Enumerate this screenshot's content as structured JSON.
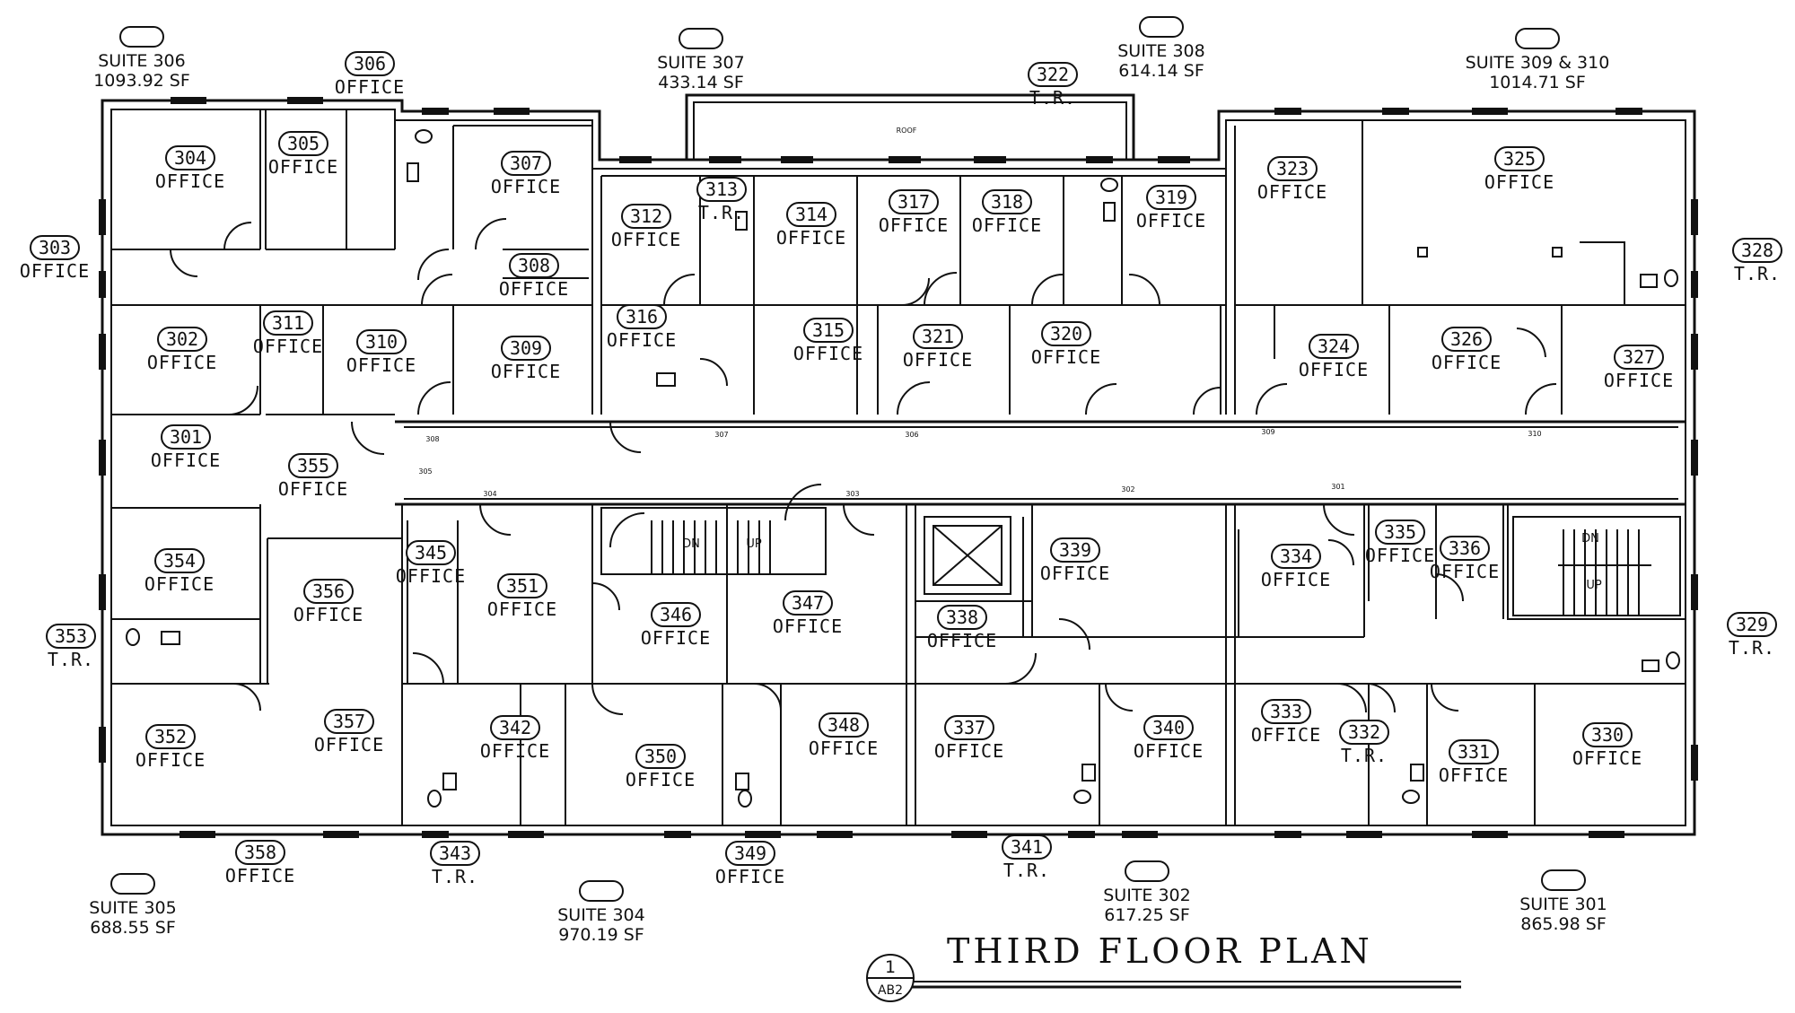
{
  "title": "THIRD FLOOR PLAN",
  "callout": {
    "number": "1",
    "sheet": "AB2"
  },
  "roof_label": "ROOF",
  "rooms": [
    {
      "num": "304",
      "name": "OFFICE"
    },
    {
      "num": "305",
      "name": "OFFICE"
    },
    {
      "num": "307",
      "name": "OFFICE"
    },
    {
      "num": "308",
      "name": "OFFICE"
    },
    {
      "num": "302",
      "name": "OFFICE"
    },
    {
      "num": "311",
      "name": "OFFICE"
    },
    {
      "num": "310",
      "name": "OFFICE"
    },
    {
      "num": "309",
      "name": "OFFICE"
    },
    {
      "num": "301",
      "name": "OFFICE"
    },
    {
      "num": "355",
      "name": "OFFICE"
    },
    {
      "num": "312",
      "name": "OFFICE"
    },
    {
      "num": "313",
      "name": "T.R."
    },
    {
      "num": "314",
      "name": "OFFICE"
    },
    {
      "num": "317",
      "name": "OFFICE"
    },
    {
      "num": "318",
      "name": "OFFICE"
    },
    {
      "num": "319",
      "name": "OFFICE"
    },
    {
      "num": "316",
      "name": "OFFICE"
    },
    {
      "num": "315",
      "name": "OFFICE"
    },
    {
      "num": "321",
      "name": "OFFICE"
    },
    {
      "num": "320",
      "name": "OFFICE"
    },
    {
      "num": "323",
      "name": "OFFICE"
    },
    {
      "num": "325",
      "name": "OFFICE"
    },
    {
      "num": "324",
      "name": "OFFICE"
    },
    {
      "num": "326",
      "name": "OFFICE"
    },
    {
      "num": "327",
      "name": "OFFICE"
    },
    {
      "num": "354",
      "name": "OFFICE"
    },
    {
      "num": "356",
      "name": "OFFICE"
    },
    {
      "num": "345",
      "name": "OFFICE"
    },
    {
      "num": "351",
      "name": "OFFICE"
    },
    {
      "num": "346",
      "name": "OFFICE"
    },
    {
      "num": "347",
      "name": "OFFICE"
    },
    {
      "num": "339",
      "name": "OFFICE"
    },
    {
      "num": "338",
      "name": "OFFICE"
    },
    {
      "num": "334",
      "name": "OFFICE"
    },
    {
      "num": "335",
      "name": "OFFICE"
    },
    {
      "num": "336",
      "name": "OFFICE"
    },
    {
      "num": "352",
      "name": "OFFICE"
    },
    {
      "num": "357",
      "name": "OFFICE"
    },
    {
      "num": "342",
      "name": "OFFICE"
    },
    {
      "num": "350",
      "name": "OFFICE"
    },
    {
      "num": "348",
      "name": "OFFICE"
    },
    {
      "num": "337",
      "name": "OFFICE"
    },
    {
      "num": "340",
      "name": "OFFICE"
    },
    {
      "num": "333",
      "name": "OFFICE"
    },
    {
      "num": "332",
      "name": "T.R."
    },
    {
      "num": "331",
      "name": "OFFICE"
    },
    {
      "num": "330",
      "name": "OFFICE"
    }
  ],
  "outer_labels": [
    {
      "num": "306",
      "name": "OFFICE"
    },
    {
      "num": "322",
      "name": "T.R."
    },
    {
      "num": "303",
      "name": "OFFICE"
    },
    {
      "num": "328",
      "name": "T.R."
    },
    {
      "num": "353",
      "name": "T.R."
    },
    {
      "num": "329",
      "name": "T.R."
    },
    {
      "num": "358",
      "name": "OFFICE"
    },
    {
      "num": "343",
      "name": "T.R."
    },
    {
      "num": "349",
      "name": "OFFICE"
    },
    {
      "num": "341",
      "name": "T.R."
    }
  ],
  "suites": [
    {
      "name": "SUITE 306",
      "area": "1093.92 SF"
    },
    {
      "name": "SUITE 307",
      "area": "433.14 SF"
    },
    {
      "name": "SUITE 308",
      "area": "614.14 SF"
    },
    {
      "name": "SUITE 309 & 310",
      "area": "1014.71 SF"
    },
    {
      "name": "SUITE 305",
      "area": "688.55 SF"
    },
    {
      "name": "SUITE 304",
      "area": "970.19 SF"
    },
    {
      "name": "SUITE 302",
      "area": "617.25 SF"
    },
    {
      "name": "SUITE 301",
      "area": "865.98 SF"
    }
  ],
  "corridor_tags": [
    "308",
    "305",
    "304",
    "307",
    "303",
    "306",
    "302",
    "309",
    "301",
    "310"
  ],
  "stair_labels": [
    {
      "dn": "DN",
      "up": "UP"
    },
    {
      "dn": "DN",
      "up": "UP"
    }
  ]
}
